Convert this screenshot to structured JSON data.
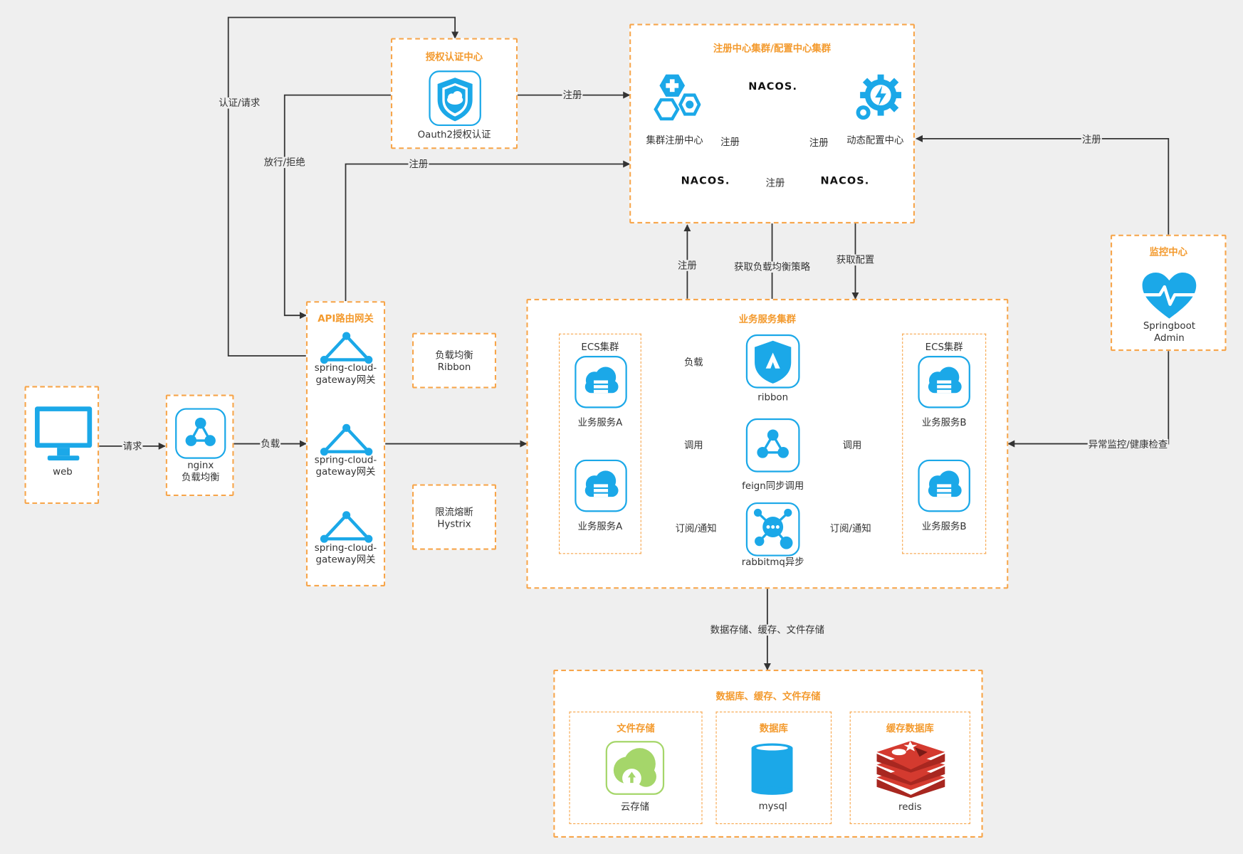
{
  "auth": {
    "title": "授权认证中心",
    "label": "Oauth2授权认证"
  },
  "registry": {
    "title": "注册中心集群/配置中心集群",
    "registry_label": "集群注册中心",
    "config_label": "动态配置中心",
    "nacos_text": "NACOS."
  },
  "gateway": {
    "title": "API路由网关",
    "node_label": "spring-cloud-gateway网关",
    "node_line1": "spring-cloud-",
    "node_line2": "gateway网关"
  },
  "ribbon_box": {
    "line1": "负载均衡",
    "line2": "Ribbon"
  },
  "hystrix_box": {
    "line1": "限流熔断",
    "line2": "Hystrix"
  },
  "web": {
    "label": "web"
  },
  "nginx": {
    "line1": "nginx",
    "line2": "负载均衡"
  },
  "biz": {
    "title": "业务服务集群",
    "ecs_title": "ECS集群",
    "service_a": "业务服务A",
    "service_b": "业务服务B",
    "ribbon": "ribbon",
    "feign": "feign同步调用",
    "rabbitmq": "rabbitmq异步"
  },
  "monitor": {
    "title": "监控中心",
    "line1": "Springboot",
    "line2": "Admin"
  },
  "storage": {
    "title": "数据库、缓存、文件存储",
    "file_title": "文件存储",
    "file_label": "云存储",
    "db_title": "数据库",
    "db_label": "mysql",
    "cache_title": "缓存数据库",
    "cache_label": "redis"
  },
  "edges": {
    "auth_request": "认证/请求",
    "allow_deny": "放行/拒绝",
    "register": "注册",
    "request": "请求",
    "load": "负载",
    "get_lb": "获取负载均衡策略",
    "get_config": "获取配置",
    "call": "调用",
    "subscribe": "订阅/通知",
    "health": "异常监控/健康检查",
    "storage": "数据存储、缓存、文件存储"
  },
  "colors": {
    "accent": "#f7a54a",
    "title": "#f39a2e",
    "icon": "#1ba8e8",
    "green": "#a5d66a",
    "redis": "#d43a2f"
  }
}
